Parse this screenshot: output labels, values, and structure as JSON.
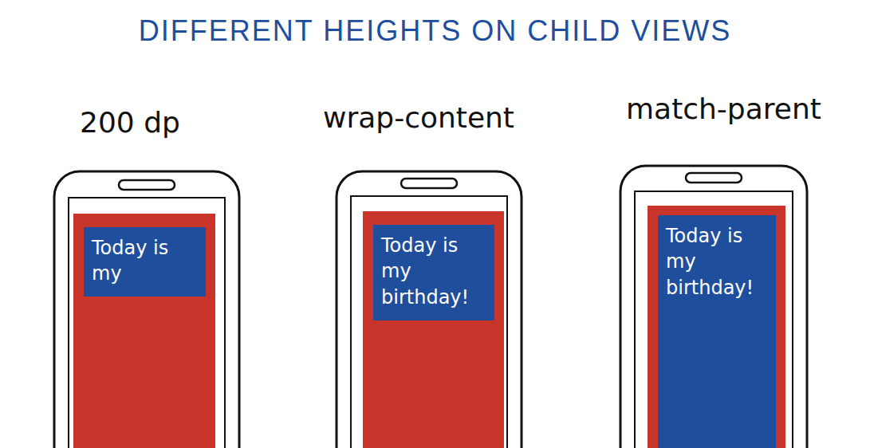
{
  "diagram": {
    "title": "DIFFERENT HEIGHTS ON CHILD VIEWS",
    "nodes": [
      {
        "text": [
          "200 dp"
        ]
      },
      {
        "text": [
          "Today is my"
        ],
        "in": 0
      },
      {
        "text": [
          "wrap-content"
        ]
      },
      {
        "text": [
          "Today is my birthday!"
        ],
        "in": 2
      },
      {
        "text": [
          "match-parent"
        ]
      },
      {
        "text": [
          "Today is my birthday!"
        ],
        "in": 4
      }
    ]
  }
}
